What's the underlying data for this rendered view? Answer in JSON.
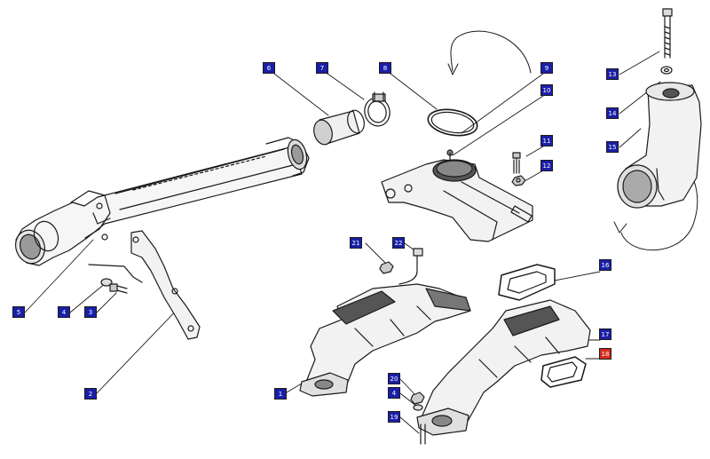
{
  "diagram": {
    "colors": {
      "callout": "#1a1fa8",
      "callout_selected": "#d42a1a",
      "line": "#1a1a1a",
      "shade": "#cfcfcf"
    },
    "callouts": [
      {
        "id": "c6",
        "label": "6"
      },
      {
        "id": "c7",
        "label": "7"
      },
      {
        "id": "c8",
        "label": "8"
      },
      {
        "id": "c9",
        "label": "9"
      },
      {
        "id": "c10",
        "label": "10"
      },
      {
        "id": "c11",
        "label": "11"
      },
      {
        "id": "c12",
        "label": "12"
      },
      {
        "id": "c13",
        "label": "13"
      },
      {
        "id": "c14",
        "label": "14"
      },
      {
        "id": "c15",
        "label": "15"
      },
      {
        "id": "c16",
        "label": "16"
      },
      {
        "id": "c17",
        "label": "17"
      },
      {
        "id": "c18",
        "label": "18",
        "selected": true
      },
      {
        "id": "c21",
        "label": "21"
      },
      {
        "id": "c22",
        "label": "22"
      },
      {
        "id": "c5",
        "label": "5"
      },
      {
        "id": "c4a",
        "label": "4"
      },
      {
        "id": "c3",
        "label": "3"
      },
      {
        "id": "c2",
        "label": "2"
      },
      {
        "id": "c1",
        "label": "1"
      },
      {
        "id": "c20",
        "label": "20"
      },
      {
        "id": "c4b",
        "label": "4"
      },
      {
        "id": "c19",
        "label": "19"
      }
    ]
  }
}
